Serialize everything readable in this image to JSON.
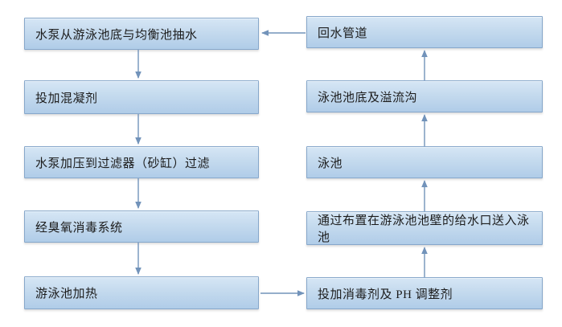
{
  "diagram": {
    "type": "flowchart",
    "description": "Swimming pool water treatment circulation process flow",
    "colors": {
      "background": "#ffffff",
      "box_fill_top": "#d6e6f5",
      "box_fill_bottom": "#b0cce8",
      "box_border": "#86a7ca",
      "arrow": "#7293ba",
      "text": "#1c1c1c"
    },
    "nodes": [
      {
        "id": "L1",
        "label": "水泵从游泳池底与均衡池抽水"
      },
      {
        "id": "L2",
        "label": "投加混凝剂"
      },
      {
        "id": "L3",
        "label": "水泵加压到过滤器（砂缸）过滤"
      },
      {
        "id": "L4",
        "label": "经臭氧消毒系统"
      },
      {
        "id": "L5",
        "label": "游泳池加热"
      },
      {
        "id": "R1",
        "label": "回水管道"
      },
      {
        "id": "R2",
        "label": "泳池池底及溢流沟"
      },
      {
        "id": "R3",
        "label": "泳池"
      },
      {
        "id": "R4",
        "label": "通过布置在游泳池池壁的给水口送入泳池"
      },
      {
        "id": "R5",
        "label": "投加消毒剂及 PH 调整剂"
      }
    ],
    "edges": [
      {
        "from": "L1",
        "to": "L2",
        "direction": "down"
      },
      {
        "from": "L2",
        "to": "L3",
        "direction": "down"
      },
      {
        "from": "L3",
        "to": "L4",
        "direction": "down"
      },
      {
        "from": "L4",
        "to": "L5",
        "direction": "down"
      },
      {
        "from": "L5",
        "to": "R5",
        "direction": "right"
      },
      {
        "from": "R5",
        "to": "R4",
        "direction": "up"
      },
      {
        "from": "R4",
        "to": "R3",
        "direction": "up"
      },
      {
        "from": "R3",
        "to": "R2",
        "direction": "up"
      },
      {
        "from": "R2",
        "to": "R1",
        "direction": "up"
      },
      {
        "from": "R1",
        "to": "L1",
        "direction": "left"
      }
    ]
  }
}
